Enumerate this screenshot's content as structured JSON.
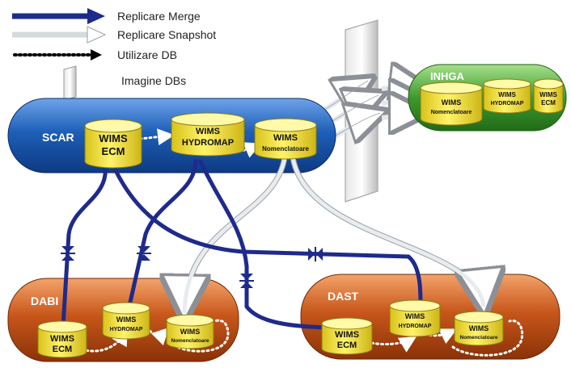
{
  "legend": {
    "merge_label": "Replicare Merge",
    "snapshot_label": "Replicare Snapshot",
    "db_label": "Utilizare DB",
    "image_label": "Imagine DBs"
  },
  "hubs": {
    "scar": "SCAR",
    "inhga": "INHGA",
    "dabi": "DABI",
    "dast": "DAST"
  },
  "databases": {
    "scar_ecm": [
      "WIMS",
      "ECM"
    ],
    "scar_hydromap": [
      "WIMS",
      "HYDROMAP"
    ],
    "scar_nomenclatoare": [
      "WIMS",
      "Nomenclatoare"
    ],
    "inhga_nomenclatoare": [
      "WIMS",
      "Nomenclatoare"
    ],
    "inhga_hydromap": [
      "WIMS",
      "HYDROMAP"
    ],
    "inhga_ecm": [
      "WIMS",
      "ECM"
    ],
    "dabi_ecm": [
      "WIMS",
      "ECM"
    ],
    "dabi_hydromap": [
      "WIMS",
      "HYDROMAP"
    ],
    "dabi_nomenclatoare": [
      "WIMS",
      "Nomenclatoare"
    ],
    "dast_ecm": [
      "WIMS",
      "ECM"
    ],
    "dast_hydromap": [
      "WIMS",
      "HYDROMAP"
    ],
    "dast_nomenclatoare": [
      "WIMS",
      "Nomenclatoare"
    ]
  },
  "colors": {
    "merge": "#1e2a8c",
    "snapshot": "#e4e8ec",
    "scar_hub": "#1d5fb8",
    "inhga_hub": "#3c9a2e",
    "regional_hub": "#c7561a",
    "cylinder": "#f2e23a"
  }
}
